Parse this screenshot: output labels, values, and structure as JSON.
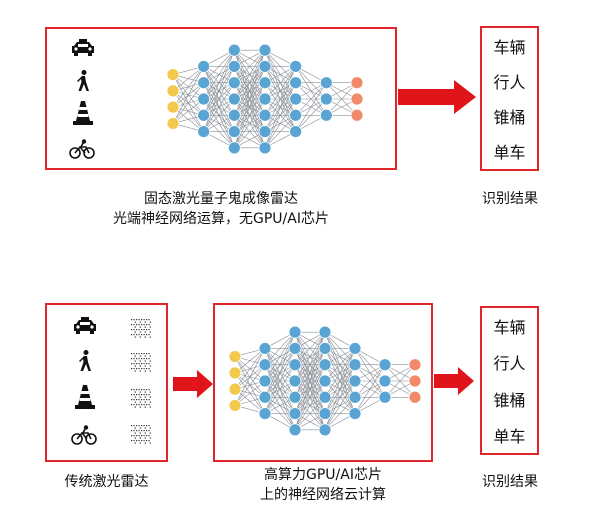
{
  "top": {
    "caption_line1": "固态激光量子鬼成像雷达",
    "caption_line2": "光端神经网络运算，无GPU/AI芯片",
    "results": [
      "车辆",
      "行人",
      "锥桶",
      "单车"
    ],
    "results_label": "识别结果",
    "icons": [
      "car-icon",
      "pedestrian-icon",
      "traffic-cone-icon",
      "bicycle-icon"
    ]
  },
  "bottom": {
    "lidar_label": "传统激光雷达",
    "compute_label_line1": "高算力GPU/AI芯片",
    "compute_label_line2": "上的神经网络云计算",
    "results": [
      "车辆",
      "行人",
      "锥桶",
      "单车"
    ],
    "results_label": "识别结果",
    "icons": [
      "car-icon",
      "pedestrian-icon",
      "traffic-cone-icon",
      "bicycle-icon"
    ]
  },
  "colors": {
    "frame": "#e0252b",
    "arrow": "#e0141b",
    "input_node": "#f2c94c",
    "hidden_node": "#5aa4d3",
    "output_node": "#f08a6a",
    "edge": "#8a8f96"
  }
}
